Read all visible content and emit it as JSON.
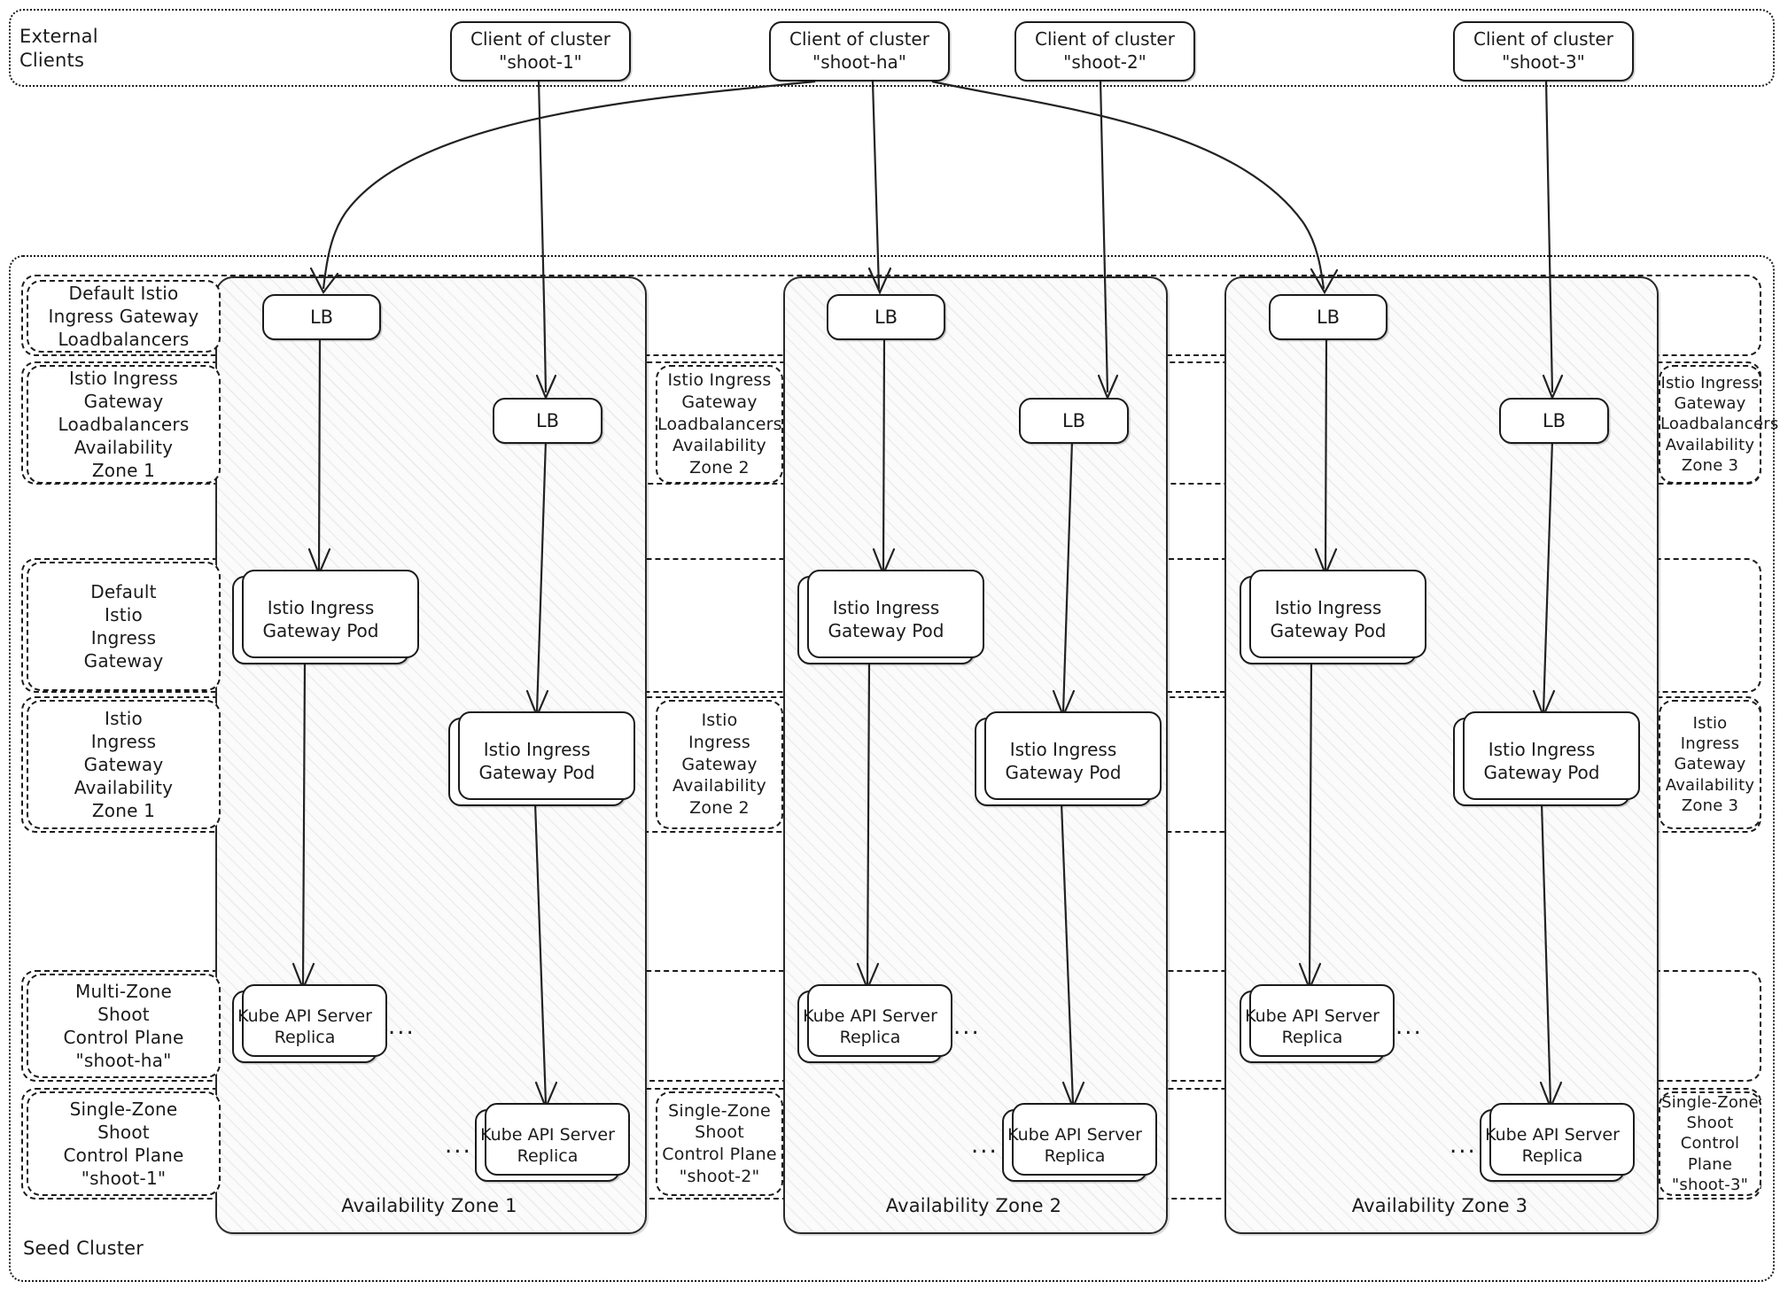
{
  "diagram": {
    "title": "Gardener Istio Ingress Gateway multi-zone topology",
    "external_group_label": "External\nClients",
    "seed_group_label": "Seed Cluster",
    "ellipsis": "..."
  },
  "clients": [
    {
      "label": "Client of cluster\n\"shoot-1\""
    },
    {
      "label": "Client of cluster\n\"shoot-ha\""
    },
    {
      "label": "Client of cluster\n\"shoot-2\""
    },
    {
      "label": "Client of cluster\n\"shoot-3\""
    }
  ],
  "row_labels_left": [
    {
      "label": "Default Istio\nIngress Gateway\nLoadbalancers"
    },
    {
      "label": "Istio Ingress\nGateway\nLoadbalancers\nAvailability\nZone 1"
    },
    {
      "label": "Default\nIstio\nIngress\nGateway"
    },
    {
      "label": "Istio\nIngress\nGateway\nAvailability\nZone 1"
    },
    {
      "label": "Multi-Zone\nShoot\nControl Plane\n\"shoot-ha\""
    },
    {
      "label": "Single-Zone\nShoot\nControl Plane\n\"shoot-1\""
    }
  ],
  "row_labels_middle": [
    {
      "label": "Istio Ingress\nGateway\nLoadbalancers\nAvailability\nZone 2"
    },
    {
      "label": "Istio\nIngress\nGateway\nAvailability\nZone 2"
    },
    {
      "label": "Single-Zone\nShoot\nControl Plane\n\"shoot-2\""
    }
  ],
  "row_labels_right": [
    {
      "label": "Istio Ingress\nGateway\nLoadbalancers\nAvailability\nZone 3"
    },
    {
      "label": "Istio\nIngress\nGateway\nAvailability\nZone 3"
    },
    {
      "label": "Single-Zone\nShoot\nControl Plane\n\"shoot-3\""
    }
  ],
  "zones": [
    {
      "footer": "Availability Zone 1"
    },
    {
      "footer": "Availability Zone 2"
    },
    {
      "footer": "Availability Zone 3"
    }
  ],
  "nodes": {
    "lb": "LB",
    "istio_pod": "Istio Ingress\nGateway Pod",
    "kube_api": "Kube API\nServer Replica"
  },
  "zone1": {
    "default_lb": "LB",
    "zonal_lb": "LB",
    "default_pod": "Istio Ingress\nGateway Pod",
    "zonal_pod": "Istio Ingress\nGateway Pod",
    "ha_apiserver": "Kube API\nServer Replica",
    "shoot_apiserver": "Kube API\nServer Replica"
  },
  "zone2": {
    "default_lb": "LB",
    "zonal_lb": "LB",
    "default_pod": "Istio Ingress\nGateway Pod",
    "zonal_pod": "Istio Ingress\nGateway Pod",
    "ha_apiserver": "Kube API\nServer Replica",
    "shoot_apiserver": "Kube API\nServer Replica"
  },
  "zone3": {
    "default_lb": "LB",
    "zonal_lb": "LB",
    "default_pod": "Istio Ingress\nGateway Pod",
    "zonal_pod": "Istio Ingress\nGateway Pod",
    "ha_apiserver": "Kube API\nServer Replica",
    "shoot_apiserver": "Kube API\nServer Replica"
  }
}
